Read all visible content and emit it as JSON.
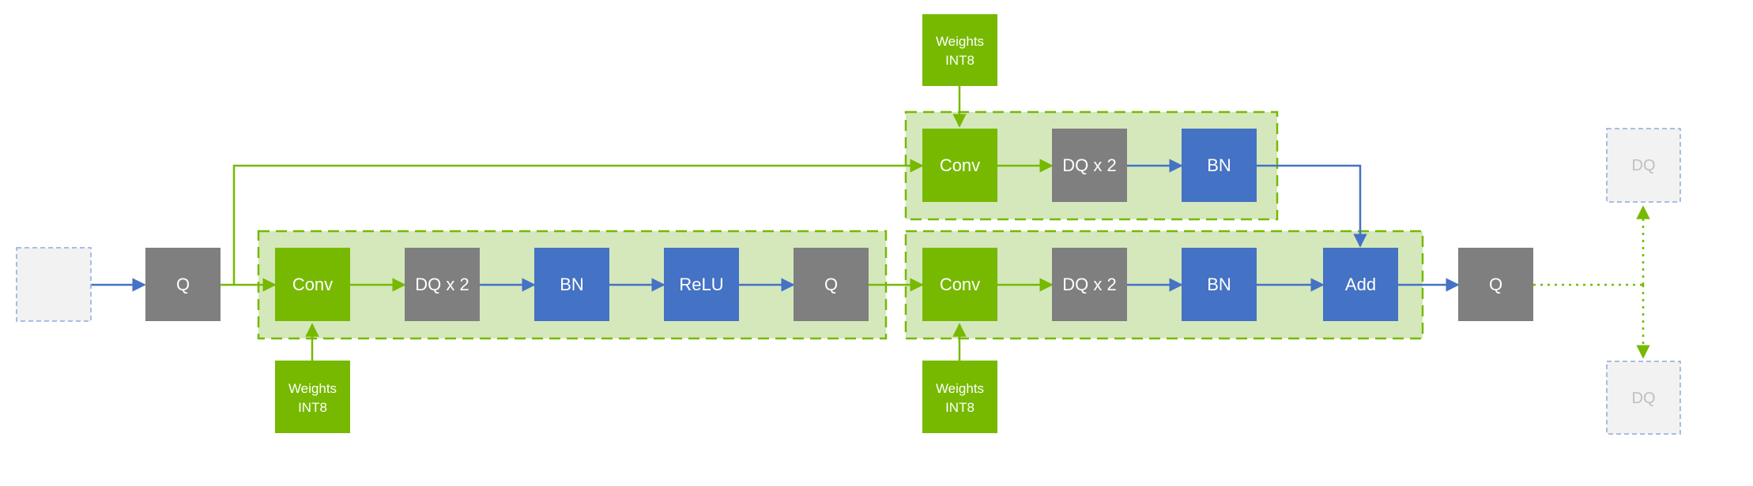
{
  "colors": {
    "green": "#76b900",
    "gray": "#7f7f7f",
    "blue": "#4472c4",
    "fused_fill": "#d5e8bc",
    "fused_border": "#76b900",
    "ghost_fill": "#f2f2f2",
    "ghost_border": "#8faadc",
    "ghost_text": "#bfbfbf"
  },
  "nodes": {
    "q_input": "Q",
    "conv_a": "Conv",
    "dq_a": "DQ x 2",
    "bn_a": "BN",
    "relu_a": "ReLU",
    "q_mid": "Q",
    "conv_b": "Conv",
    "dq_b": "DQ x 2",
    "bn_b": "BN",
    "add": "Add",
    "q_out": "Q",
    "conv_top": "Conv",
    "dq_top": "DQ x 2",
    "bn_top": "BN",
    "dq_ghost_top": "DQ",
    "dq_ghost_bottom": "DQ"
  },
  "weights": {
    "line1": "Weights",
    "line2": "INT8"
  }
}
